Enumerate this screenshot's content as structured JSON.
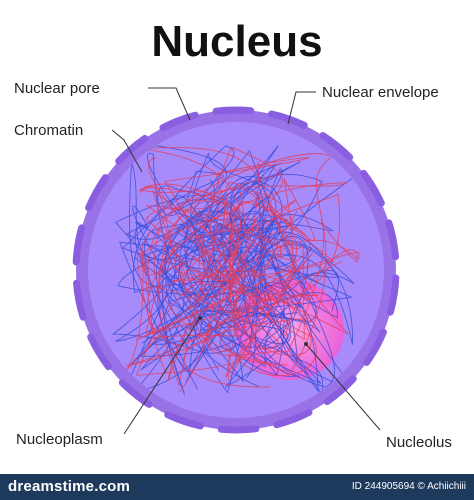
{
  "title": "Nucleus",
  "labels": {
    "nuclear_pore": "Nuclear pore",
    "nuclear_envelope": "Nuclear envelope",
    "chromatin": "Chromatin",
    "nucleoplasm": "Nucleoplasm",
    "nucleolus": "Nucleolus"
  },
  "footer": {
    "brand": "dreamstime.com",
    "id_text": "ID 244905694 © Achiichiii"
  },
  "colors": {
    "nucleoplasm": "#a78bfa",
    "envelope": "#9a72e8",
    "nucleolus": "#ee5fd6",
    "chromatin_blue": "#3b4fd8",
    "chromatin_red": "#e04060",
    "footer_bg": "#1d3a5c"
  },
  "icons": [
    "nucleus-diagram",
    "pore-segment",
    "chromatin-strand",
    "leader-line"
  ]
}
